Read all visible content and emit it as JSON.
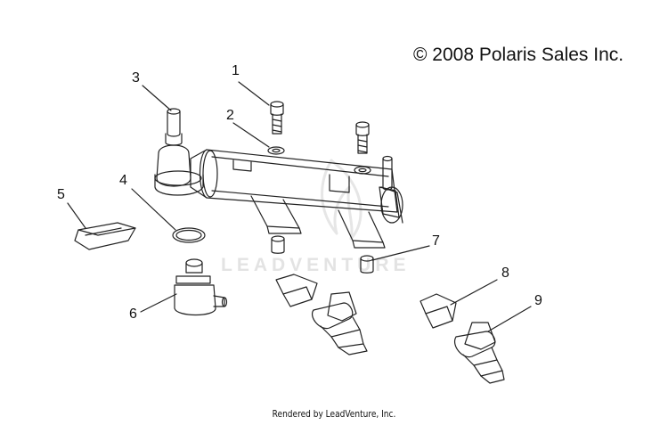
{
  "copyright": "© 2008 Polaris Sales Inc.",
  "footer": "Rendered by LeadVenture, Inc.",
  "watermark": "LEADVENTURE",
  "callouts": [
    "1",
    "2",
    "3",
    "4",
    "5",
    "6",
    "7",
    "8",
    "9"
  ]
}
